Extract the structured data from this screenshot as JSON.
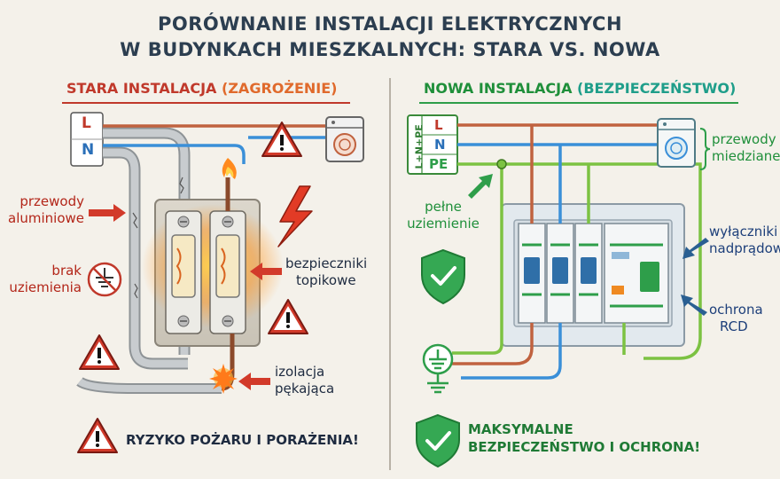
{
  "title": {
    "line1": "PORÓWNANIE INSTALACJI ELEKTRYCZNYCH",
    "line2": "W BUDYNKACH MIESZKALNYCH: STARA VS. NOWA"
  },
  "old": {
    "heading": "STARA INSTALACJA",
    "heading_accent": "(ZAGROŻENIE)",
    "terminal_l": "L",
    "terminal_n": "N",
    "label_wires_1": "przewody",
    "label_wires_2": "aluminiowe",
    "label_ground_1": "brak",
    "label_ground_2": "uziemienia",
    "label_fuses_1": "bezpieczniki",
    "label_fuses_2": "topikowe",
    "label_insul_1": "izolacja",
    "label_insul_2": "pękająca",
    "bottom": "RYZYKO POŻARU I PORAŻENIA!"
  },
  "new": {
    "heading": "NOWA INSTALACJA",
    "heading_accent": "(BEZPIECZEŃSTWO)",
    "terminal_top": "L+N+PE",
    "terminal_l": "L",
    "terminal_n": "N",
    "terminal_pe": "PE",
    "label_copper_1": "przewody",
    "label_copper_2": "miedziane",
    "label_earth_1": "pełne",
    "label_earth_2": "uziemienie",
    "label_mcb_1": "wyłączniki",
    "label_mcb_2": "nadprądowe",
    "label_rcd_1": "ochrona",
    "label_rcd_2": "RCD",
    "bottom_1": "MAKSYMALNE",
    "bottom_2": "BEZPIECZEŃSTWO I OCHRONA!"
  },
  "icons": [
    "warning-icon",
    "lightning-icon",
    "washing-machine-icon",
    "no-ground-icon",
    "shield-check-icon",
    "ground-icon",
    "spark-icon"
  ],
  "colors": {
    "danger": "#c0392b",
    "safe": "#2e9e4a",
    "live_wire": "#c0623f",
    "neutral_wire": "#3a8fd8",
    "pe_wire": "#7cc242",
    "title": "#2c3e50"
  }
}
